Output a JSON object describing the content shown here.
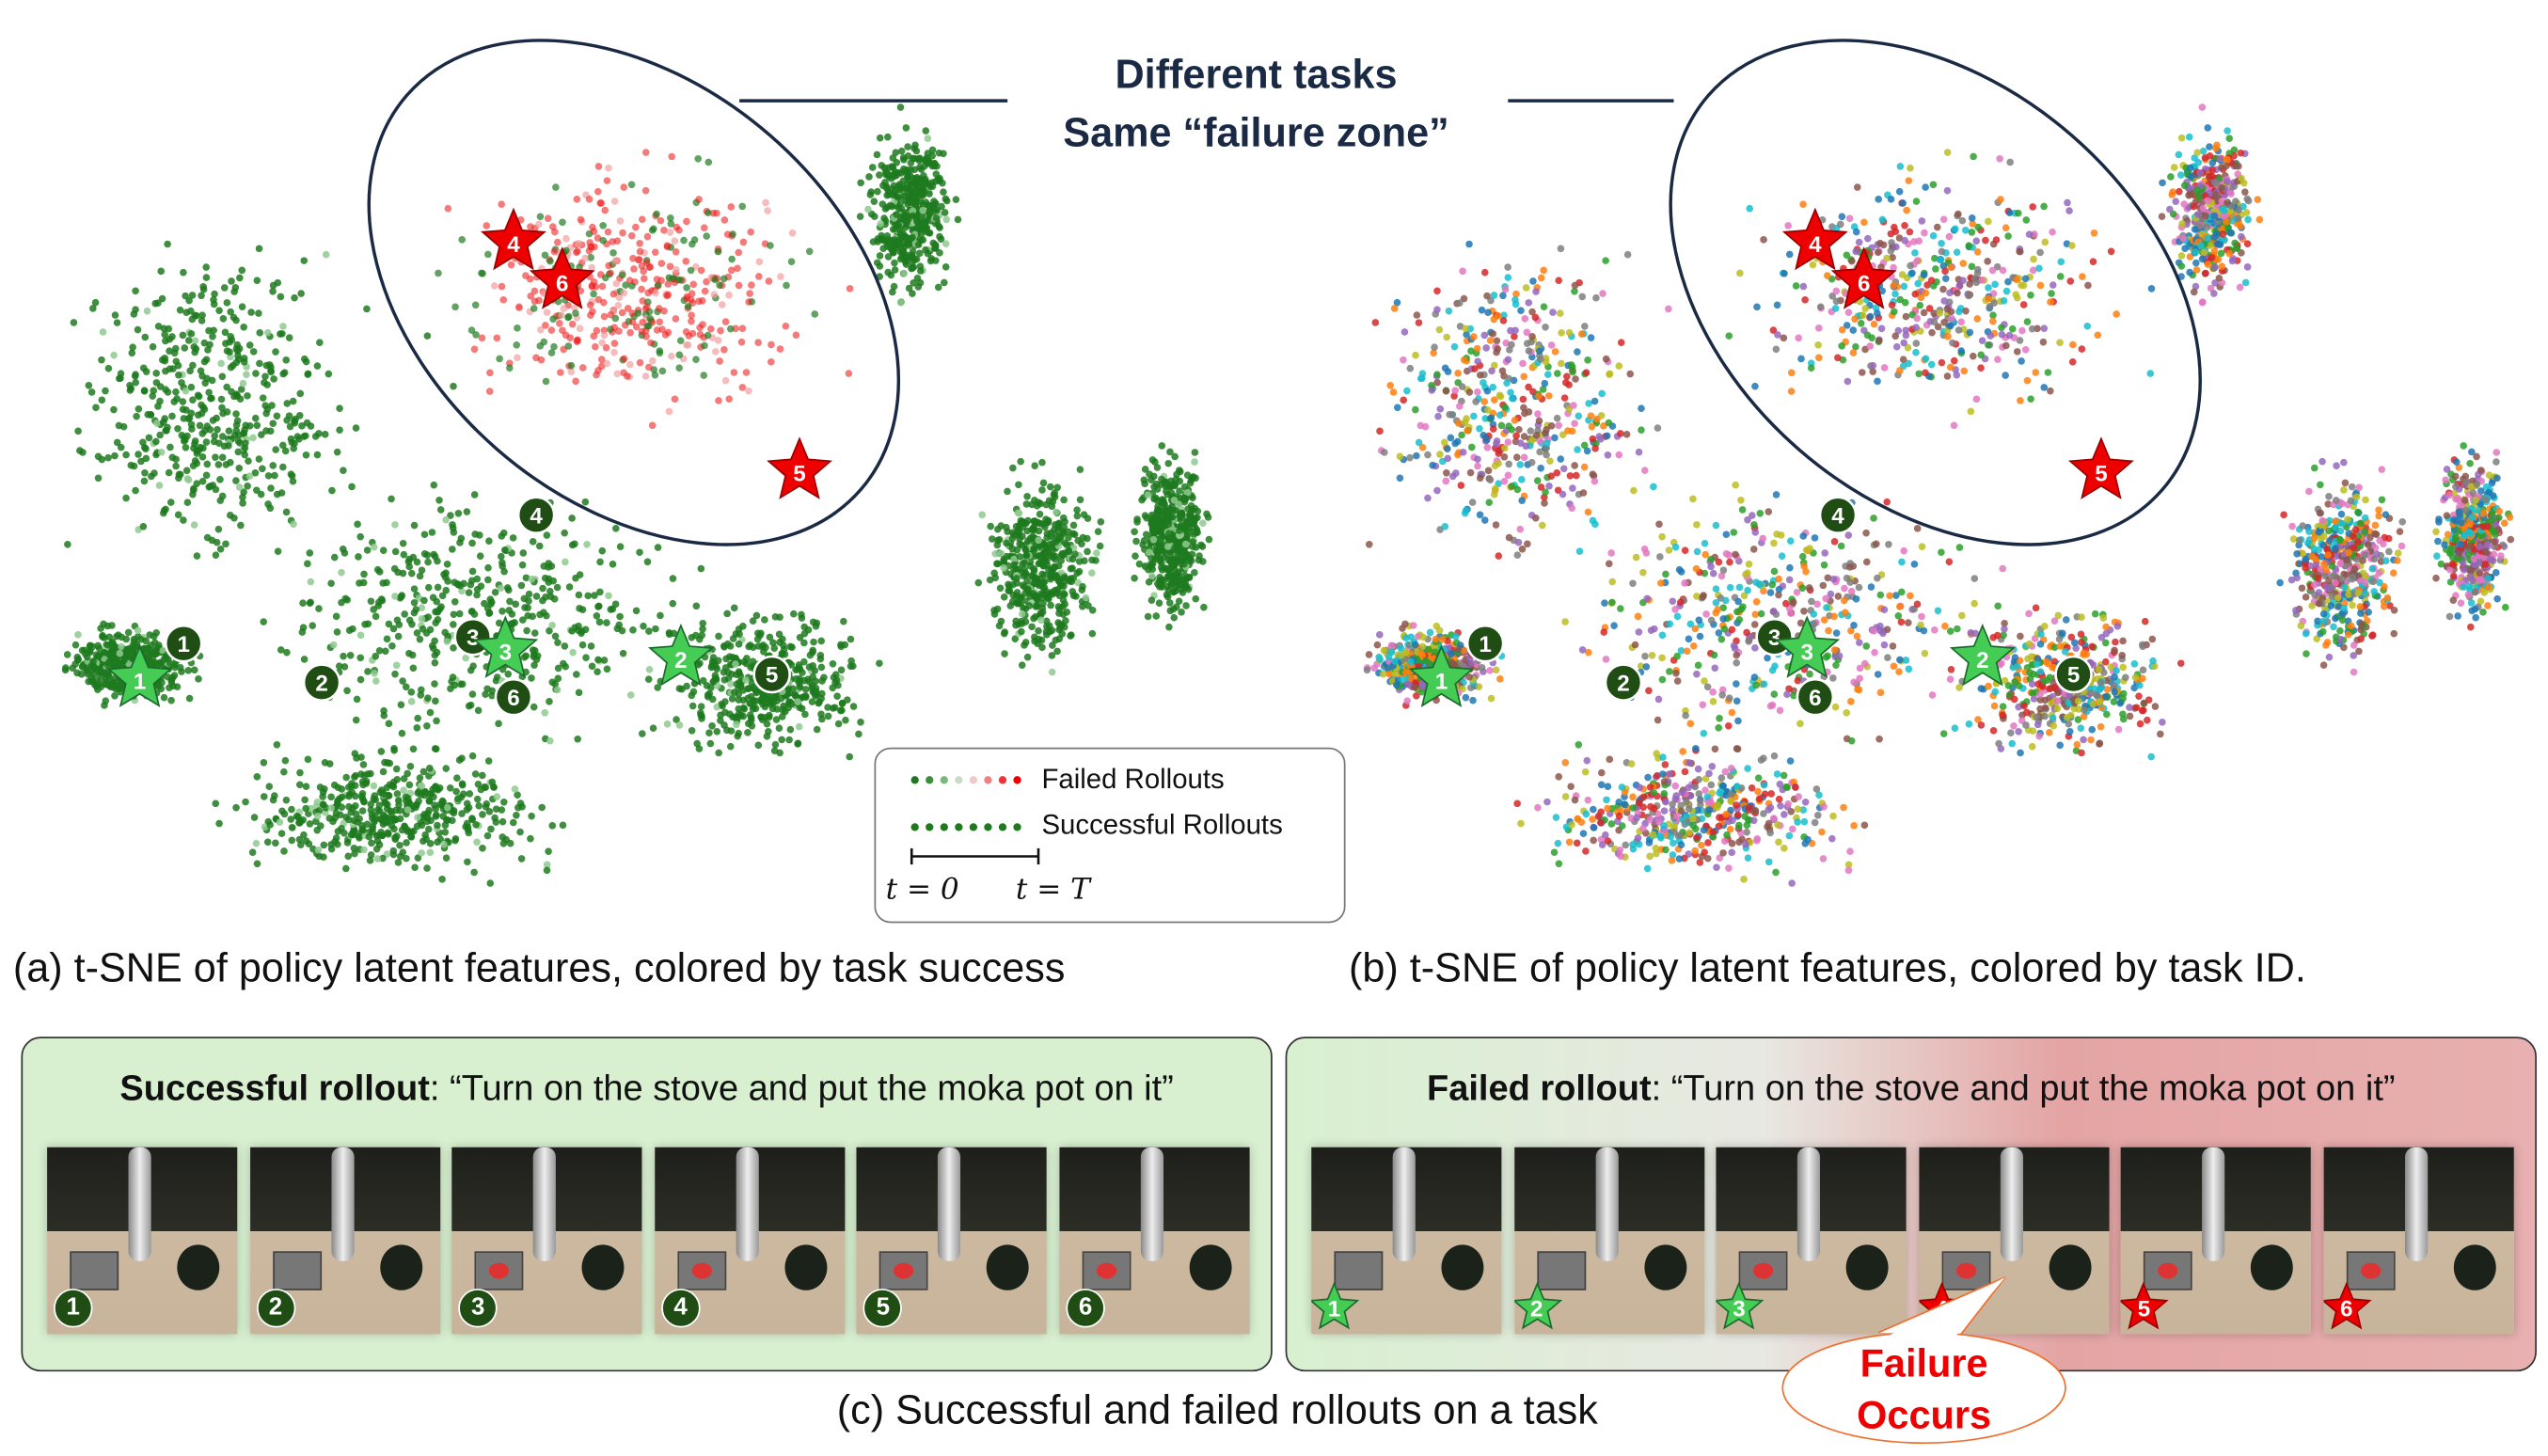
{
  "annotation": {
    "line1": "Different tasks",
    "line2": "Same “failure zone”"
  },
  "legend": {
    "failed": "Failed Rollouts",
    "successful": "Successful Rollouts",
    "t0": "t = 0",
    "tT": "t = T"
  },
  "captions": {
    "a": "(a) t-SNE of policy latent features, colored by task success",
    "b": "(b) t-SNE of policy latent features, colored by task ID.",
    "c": "(c) Successful and failed rollouts on a task"
  },
  "success_panel": {
    "title_bold": "Successful rollout",
    "title_rest": ": “Turn on the stove and put the moka pot on it”",
    "frames": [
      "1",
      "2",
      "3",
      "4",
      "5",
      "6"
    ]
  },
  "failed_panel": {
    "title_bold": "Failed rollout",
    "title_rest": ": “Turn on the stove and put the moka pot on it”",
    "frames": [
      "1",
      "2",
      "3",
      "4",
      "5",
      "6"
    ]
  },
  "callout": {
    "line1": "Failure",
    "line2": "Occurs"
  },
  "markers": {
    "success_circles": [
      "1",
      "2",
      "3",
      "4",
      "5",
      "6"
    ],
    "success_stars": [
      "1",
      "2",
      "3"
    ],
    "failure_stars": [
      "4",
      "5",
      "6"
    ]
  },
  "colors": {
    "success": "#1f7a1f",
    "failure": "#ee2222",
    "success_star": "#44cc55",
    "ellipse": "#1b2a44"
  }
}
